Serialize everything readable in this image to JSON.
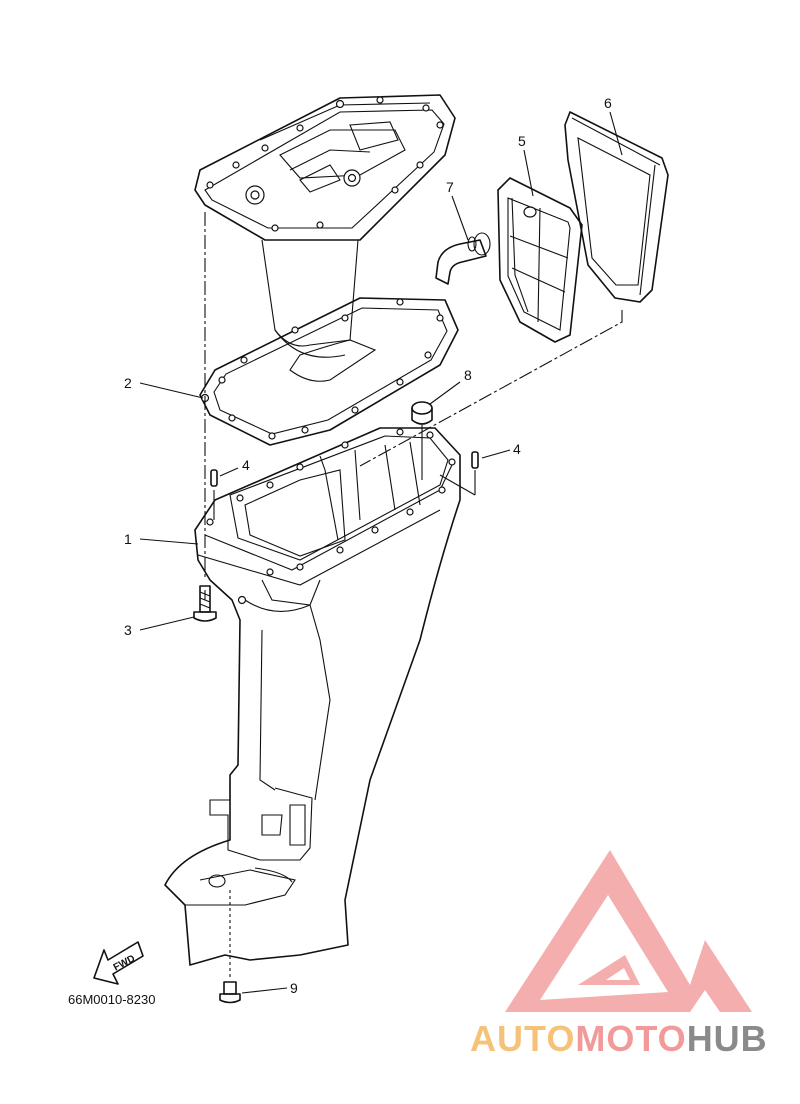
{
  "diagram": {
    "callouts": [
      {
        "id": "callout-1",
        "label": "1"
      },
      {
        "id": "callout-2",
        "label": "2"
      },
      {
        "id": "callout-3",
        "label": "3"
      },
      {
        "id": "callout-4a",
        "label": "4"
      },
      {
        "id": "callout-4b",
        "label": "4"
      },
      {
        "id": "callout-5",
        "label": "5"
      },
      {
        "id": "callout-6",
        "label": "6"
      },
      {
        "id": "callout-7",
        "label": "7"
      },
      {
        "id": "callout-8",
        "label": "8"
      },
      {
        "id": "callout-9",
        "label": "9"
      }
    ],
    "drawing_code": "66M0010-8230",
    "fwd_label": "FWD"
  },
  "watermark": {
    "part1": "AUTO",
    "part2": "MOTO",
    "part3": "HUB",
    "colors": {
      "auto": "#f6c27a",
      "moto": "#f29a9a",
      "hub": "#8a8a8a",
      "logo": "#f3a0a0"
    }
  }
}
